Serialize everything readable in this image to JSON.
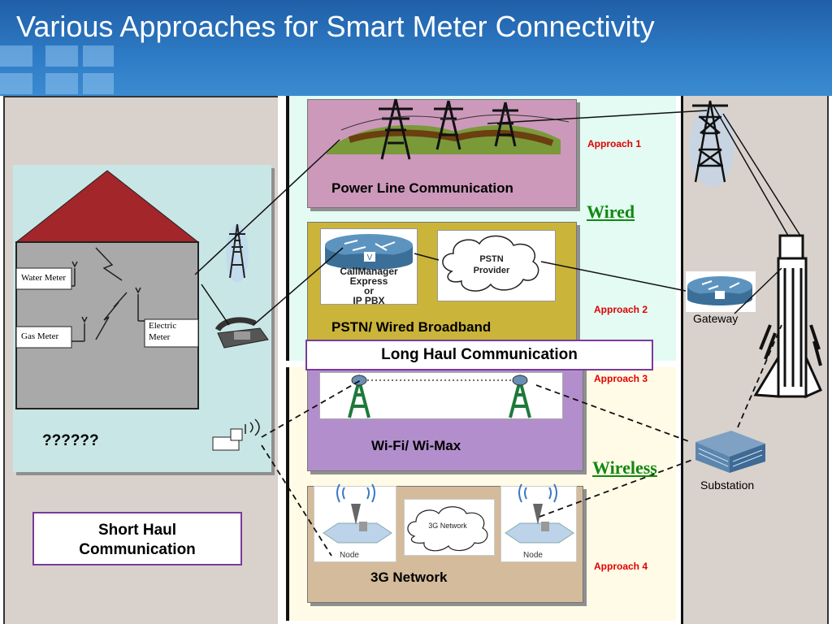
{
  "slide": {
    "title": "Various Approaches for Smart Meter Connectivity"
  },
  "colors": {
    "header_blue": "#2f7cc6",
    "left_panel": "#d9d2cc",
    "house_panel": "#c9e6e6",
    "roof": "#a3262a",
    "wired_bg": "#e3fbf2",
    "wireless_bg": "#fffbe6",
    "plc_box": "#cc99bb",
    "pstn_box": "#cbb43a",
    "wifi_box": "#b28fcc",
    "network_3g_box": "#d3bb9b",
    "approach_red": "#e00000",
    "wired_green": "#118811",
    "callout_border": "#7a3a9a"
  },
  "house": {
    "water_meter": "Water Meter",
    "gas_meter": "Gas Meter",
    "electric_meter_line1": "Electric",
    "electric_meter_line2": "Meter",
    "unknown": "??????"
  },
  "short_haul": {
    "line1": "Short Haul",
    "line2": "Communication"
  },
  "long_haul": "Long Haul Communication",
  "approaches": {
    "a1": "Approach 1",
    "a2": "Approach 2",
    "a3": "Approach 3",
    "a4": "Approach 4"
  },
  "categories": {
    "wired": "Wired",
    "wireless": "Wireless"
  },
  "plc": {
    "label": "Power Line Communication"
  },
  "pstn": {
    "label": "PSTN/ Wired Broadband",
    "callmanager_line1": "CallManager",
    "callmanager_line2": "Express",
    "callmanager_line3": "or",
    "callmanager_line4": "IP PBX",
    "provider_line1": "PSTN",
    "provider_line2": "Provider"
  },
  "wifi": {
    "label": "Wi-Fi/ Wi-Max"
  },
  "network_3g": {
    "label": "3G Network",
    "cloud": "3G Network",
    "node_left": "Node",
    "node_right": "Node"
  },
  "right": {
    "gateway": "Gateway",
    "substation": "Substation"
  },
  "icons": {
    "tower": "transmission-tower-icon",
    "router": "router-icon",
    "phone": "telephone-icon",
    "building": "office-building-icon",
    "skyscraper": "skyscraper-icon",
    "meter_device": "wireless-meter-icon"
  }
}
